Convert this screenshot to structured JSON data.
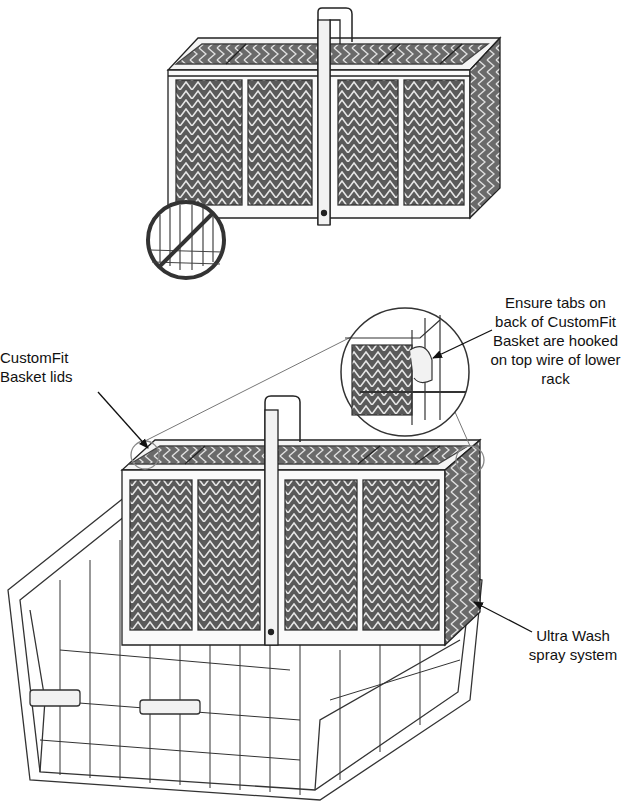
{
  "diagram": {
    "labels": [
      "CustomFit Basket lids",
      "Ensure tabs on back of CustomFit Basket are hooked on top wire of lower rack",
      "Ultra Wash spray system"
    ]
  }
}
